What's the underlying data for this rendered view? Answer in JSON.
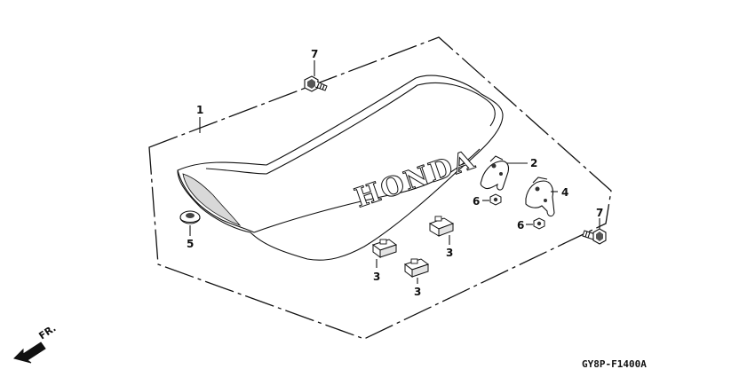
{
  "diagram": {
    "callouts": {
      "seat": "1",
      "bracket_a": "2",
      "cushion": "3",
      "bracket_b": "4",
      "grommet": "5",
      "nut": "6",
      "bolt": "7"
    },
    "brand_text": "HONDA",
    "front_marker": "FR.",
    "drawing_code": "GY8P-F1400A"
  }
}
